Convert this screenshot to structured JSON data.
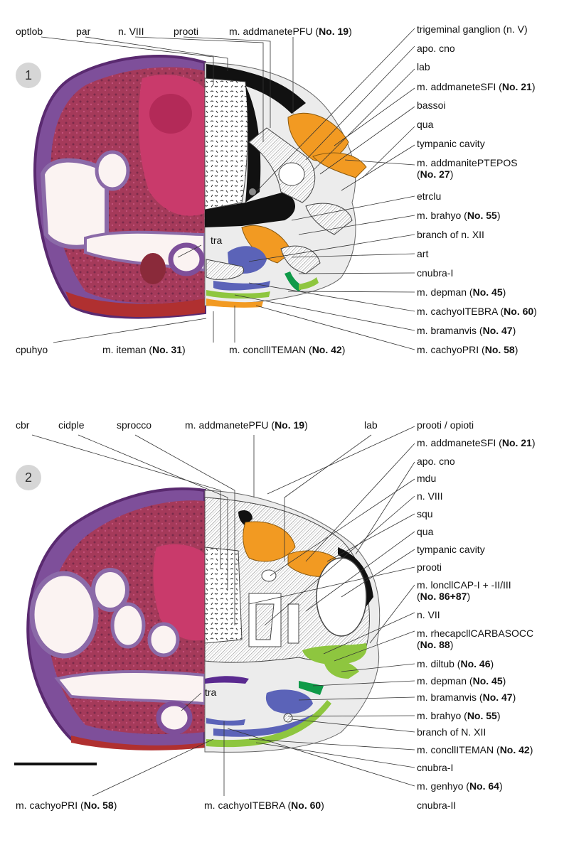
{
  "colors": {
    "histo_purple": "#7e4f9a",
    "histo_pink": "#c93a6b",
    "histo_red": "#b03030",
    "cartilage_hatch": "#8a8a8a",
    "bone_black": "#111111",
    "muscle_orange": "#f29a22",
    "muscle_blue": "#5b63b8",
    "muscle_green": "#8ec63f",
    "muscle_darkgreen": "#0f9a48",
    "tissue_light": "#ececec",
    "panel_badge": "#d6d6d6"
  },
  "panel1": {
    "number": "1",
    "tra_label": "tra",
    "top_left_labels": [
      "optlob",
      "par",
      "n. VIII",
      "prooti"
    ],
    "top_center": {
      "text": "m. addmanetePFU (",
      "num": "No. 19",
      "close": ")"
    },
    "right_labels": [
      {
        "text": "trigeminal ganglion (n. V)"
      },
      {
        "text": "apo. cno"
      },
      {
        "text": "lab"
      },
      {
        "text": "m. addmaneteSFI (",
        "num": "No. 21",
        "close": ")"
      },
      {
        "text": "bassoi"
      },
      {
        "text": "qua"
      },
      {
        "text": "tympanic cavity"
      },
      {
        "text": "m. addmanitePTEPOS",
        "line2": "(",
        "num": "No. 27",
        "close": ")"
      },
      {
        "text": "etrclu"
      },
      {
        "text": "m. brahyo (",
        "num": "No. 55",
        "close": ")"
      },
      {
        "text": "branch of n. XII"
      },
      {
        "text": "art"
      },
      {
        "text": "cnubra-I"
      },
      {
        "text": "m. depman (",
        "num": "No. 45",
        "close": ")"
      },
      {
        "text": "m. cachyoITEBRA (",
        "num": "No. 60",
        "close": ")"
      },
      {
        "text": "m. bramanvis (",
        "num": "No. 47",
        "close": ")"
      },
      {
        "text": "m. cachyoPRI (",
        "num": "No. 58",
        "close": ")"
      }
    ],
    "bottom_labels": [
      {
        "text": "cpuhyo"
      },
      {
        "text": "m. iteman (",
        "num": "No. 31",
        "close": ")"
      },
      {
        "text": "m. concllITEMAN (",
        "num": "No. 42",
        "close": ")"
      }
    ]
  },
  "panel2": {
    "number": "2",
    "tra_label": "tra",
    "top_left_labels": [
      "cbr",
      "cidple",
      "sprocco"
    ],
    "top_center": {
      "text": "m. addmanetePFU (",
      "num": "No. 19",
      "close": ")"
    },
    "top_lab": "lab",
    "right_labels": [
      {
        "text": "prooti / opioti"
      },
      {
        "text": "m. addmaneteSFI (",
        "num": "No. 21",
        "close": ")"
      },
      {
        "text": "apo. cno"
      },
      {
        "text": "mdu"
      },
      {
        "text": "n. VIII"
      },
      {
        "text": "squ"
      },
      {
        "text": "qua"
      },
      {
        "text": "tympanic cavity"
      },
      {
        "text": "prooti"
      },
      {
        "text": "m. loncllCAP-I + -II/III",
        "line2": "(",
        "num": "No. 86+87",
        "close": ")"
      },
      {
        "text": "n. VII"
      },
      {
        "text": "m. rhecapcllCARBASOCC",
        "line2": "(",
        "num": "No. 88",
        "close": ")"
      },
      {
        "text": "m. diltub (",
        "num": "No. 46",
        "close": ")"
      },
      {
        "text": "m. depman (",
        "num": "No. 45",
        "close": ")"
      },
      {
        "text": "m. bramanvis (",
        "num": "No. 47",
        "close": ")"
      },
      {
        "text": "m. brahyo (",
        "num": "No. 55",
        "close": ")"
      },
      {
        "text": "branch of N. XII"
      },
      {
        "text": "m. concllITEMAN (",
        "num": "No. 42",
        "close": ")"
      },
      {
        "text": "cnubra-I"
      },
      {
        "text": "m. genhyo (",
        "num": "No. 64",
        "close": ")"
      },
      {
        "text": "cnubra-II"
      }
    ],
    "bottom_labels": [
      {
        "text": "m. cachyoPRI (",
        "num": "No. 58",
        "close": ")"
      },
      {
        "text": "m. cachyoITEBRA (",
        "num": "No. 60",
        "close": ")"
      }
    ]
  }
}
